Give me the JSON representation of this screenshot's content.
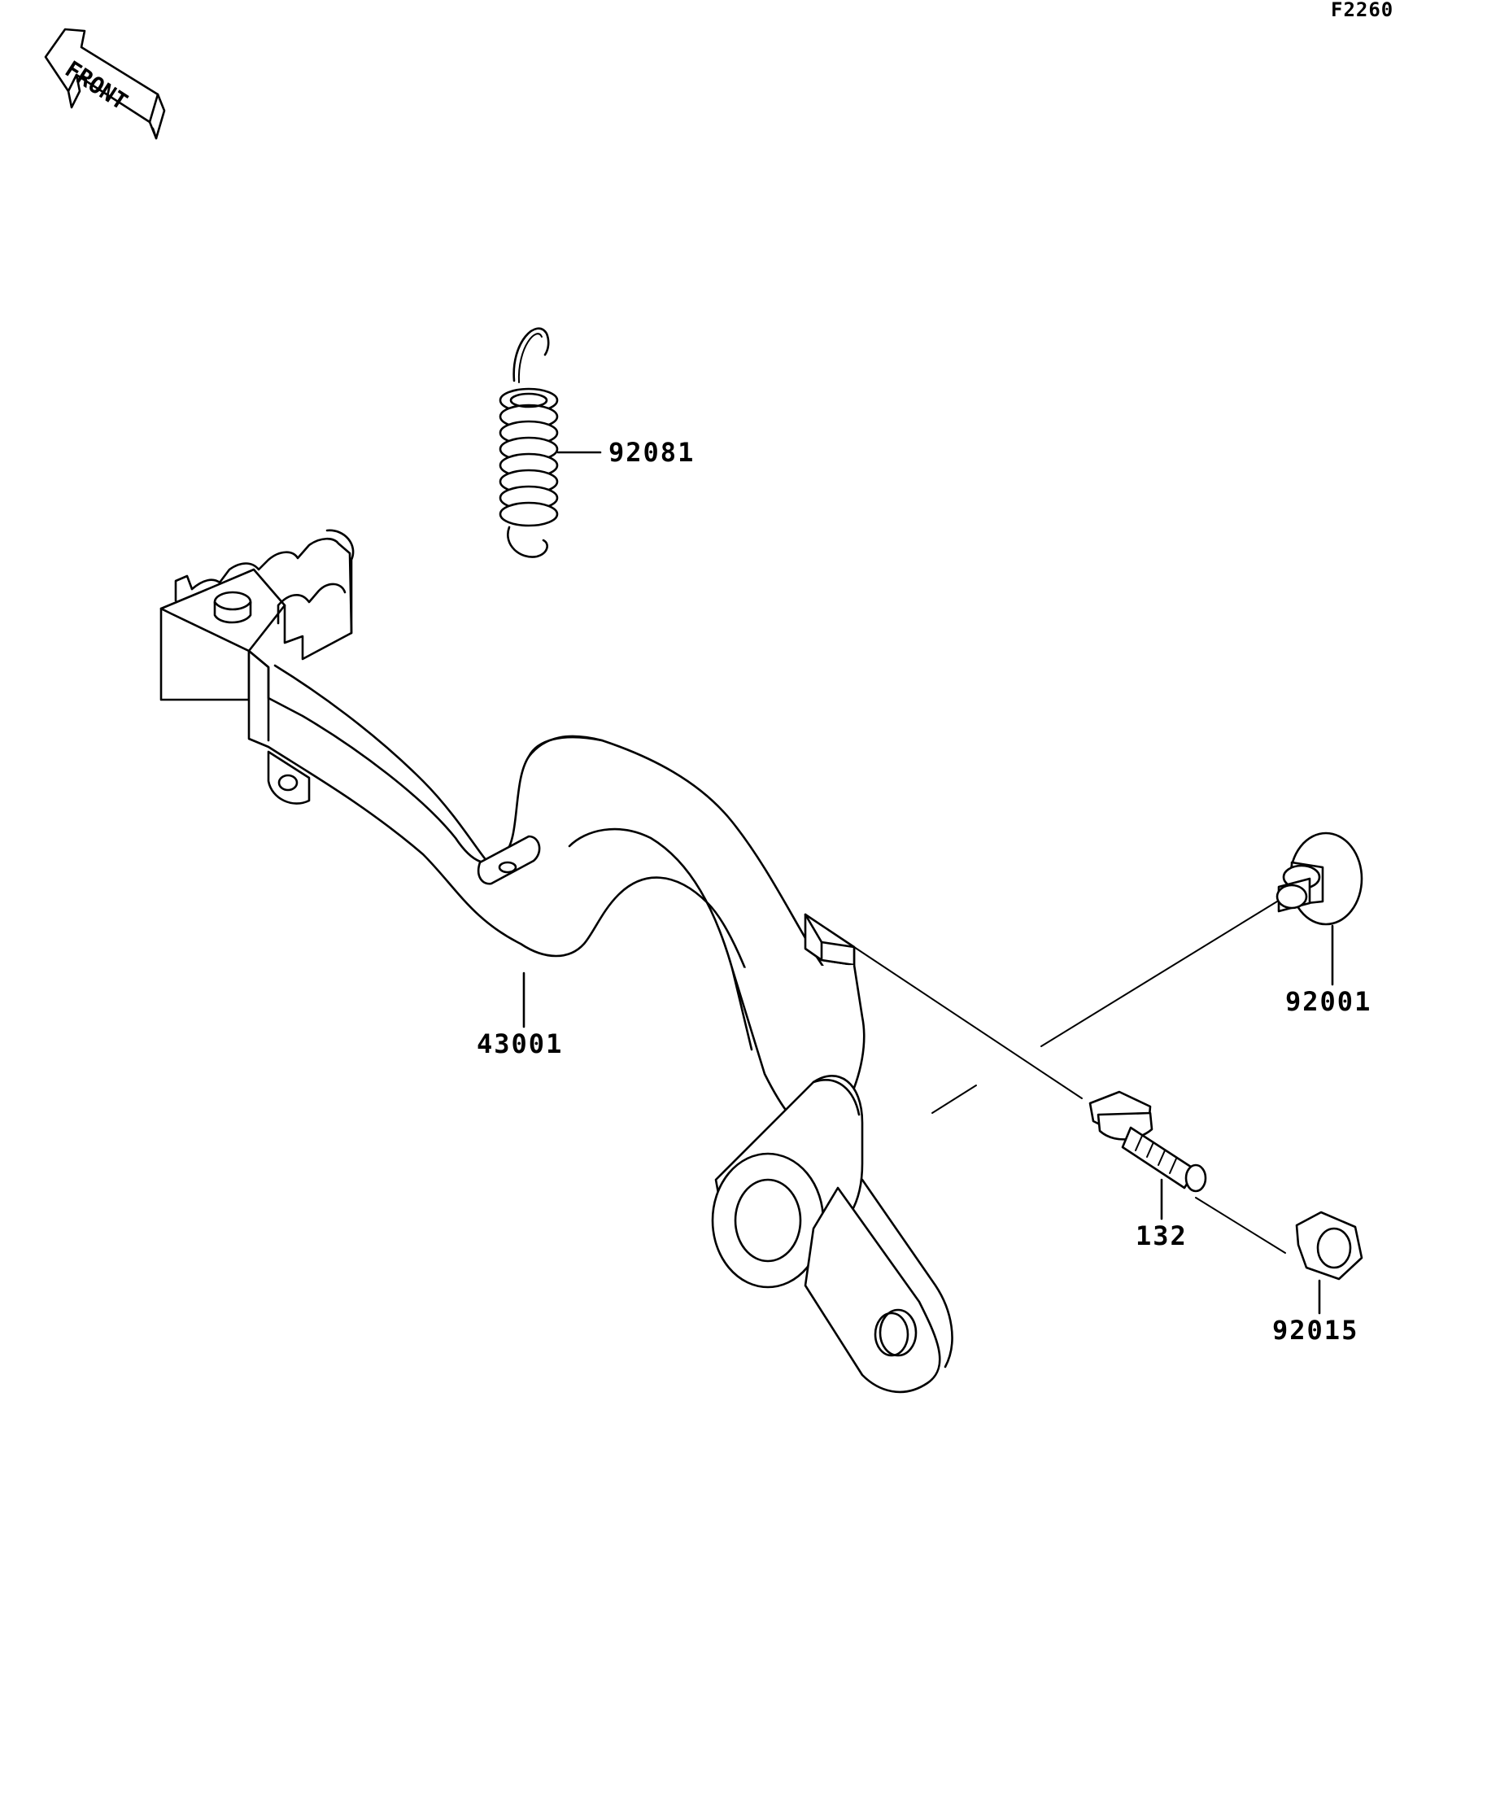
{
  "figure_number": "F2260",
  "direction_indicator": {
    "label": "FRONT",
    "icon": "front-direction-arrow-icon"
  },
  "parts": [
    {
      "part_number": "92081",
      "icon": "tension-spring-icon"
    },
    {
      "part_number": "43001",
      "icon": "brake-pedal-icon"
    },
    {
      "part_number": "92001",
      "icon": "shaft-bolt-icon"
    },
    {
      "part_number": "132",
      "icon": "flange-bolt-icon"
    },
    {
      "part_number": "92015",
      "icon": "hex-nut-icon"
    }
  ]
}
